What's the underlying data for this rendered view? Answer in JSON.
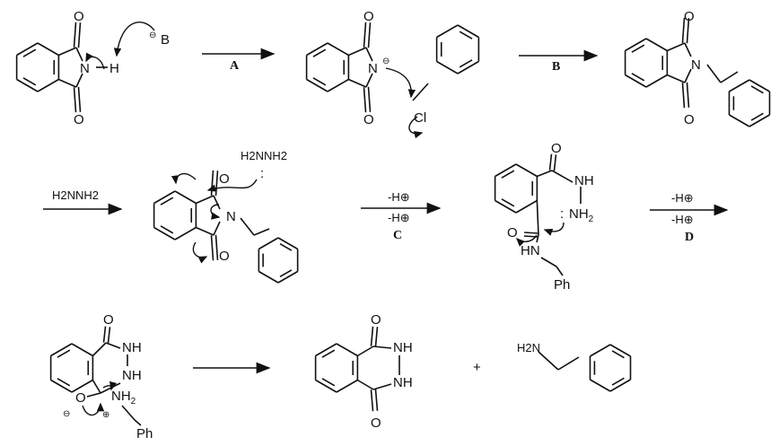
{
  "title": "Gabriel synthesis mechanism (hydrazinolysis of N-benzylphthalimide)",
  "atoms": {
    "O": "O",
    "N": "N",
    "H": "H",
    "B": "B",
    "Cl": "Cl",
    "NH": "NH",
    "HN": "HN",
    "Ph": "Ph",
    "NH2": "NH",
    "two": "2",
    "H2NNH2": "H2NNH2",
    "H2N": "H2N",
    "minus": "⊖",
    "plus": "⊕",
    "lone_pair": ":"
  },
  "steps": {
    "A": "A",
    "B": "B",
    "C": "C",
    "D": "D",
    "reagent_row2": "H2NNH2",
    "proton_loss": "-H⊕",
    "plus_sign": "+"
  },
  "colors": {
    "ink": "#111111",
    "background": "#ffffff"
  }
}
